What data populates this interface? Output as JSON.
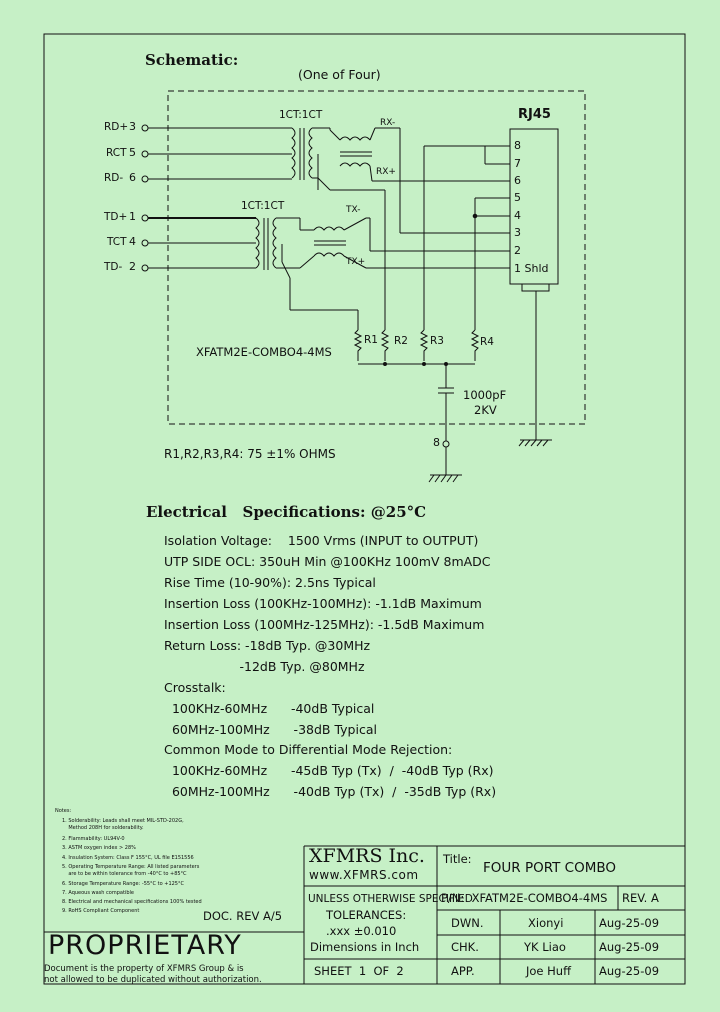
{
  "schematic": {
    "title": "Schematic:",
    "subtitle": "(One of Four)",
    "connector": "RJ45",
    "rj45_pins": [
      "8",
      "7",
      "6",
      "5",
      "4",
      "3",
      "2",
      "1 Shld"
    ],
    "rx_pins": [
      {
        "name": "RD+",
        "num": "3"
      },
      {
        "name": "RCT",
        "num": "5"
      },
      {
        "name": "RD-",
        "num": "6"
      }
    ],
    "tx_pins": [
      {
        "name": "TD+",
        "num": "1"
      },
      {
        "name": "TCT",
        "num": "4"
      },
      {
        "name": "TD-",
        "num": "2"
      }
    ],
    "rx_ratio": "1CT:1CT",
    "tx_ratio": "1CT:1CT",
    "rx_minus": "RX-",
    "rx_plus": "RX+",
    "tx_minus": "TX-",
    "tx_plus": "TX+",
    "resistors": [
      "R1",
      "R2",
      "R3",
      "R4"
    ],
    "part_label": "XFATM2E-COMBO4-4MS",
    "cap_value": "1000pF",
    "cap_voltage": "2KV",
    "ground_pin": "8",
    "resistor_note": "R1,R2,R3,R4: 75 ±1% OHMS"
  },
  "specs": {
    "title": "Electrical   Specifications: @25°C",
    "lines": [
      "Isolation Voltage:    1500 Vrms (INPUT to OUTPUT)",
      "UTP SIDE OCL: 350uH Min @100KHz 100mV 8mADC",
      "Rise Time (10-90%): 2.5ns Typical",
      "Insertion Loss (100KHz-100MHz): -1.1dB Maximum",
      "Insertion Loss (100MHz-125MHz): -1.5dB Maximum",
      "Return Loss: -18dB Typ. @30MHz",
      "                   -12dB Typ. @80MHz",
      "Crosstalk:",
      "  100KHz-60MHz      -40dB Typical",
      "  60MHz-100MHz      -38dB Typical",
      "Common Mode to Differential Mode Rejection:",
      "  100KHz-60MHz      -45dB Typ (Tx)  /  -40dB Typ (Rx)",
      "  60MHz-100MHz      -40dB Typ (Tx)  /  -35dB Typ (Rx)"
    ]
  },
  "notes": {
    "title": "Notes:",
    "items": [
      "1. Solderability: Leads shall meet MIL-STD-202G,",
      "    Method 208H for solderability.",
      "2. Flammability: UL94V-0",
      "3. ASTM oxygen index > 28%",
      "4. Insulation System: Class F 155°C, UL file E151556",
      "5. Operating Temperature Range: All listed parameters",
      "    are to be within tolerance from -40°C to +85°C",
      "6. Storage Temperature Range: -55°C to +125°C",
      "7. Aqueous wash compatible",
      "8. Electrical and mechanical specifications 100% tested",
      "9. RoHS Compliant Component"
    ]
  },
  "title_block": {
    "doc_rev": "DOC. REV A/5",
    "proprietary": "PROPRIETARY",
    "proprietary_note_1": "Document is the property of XFMRS Group & is",
    "proprietary_note_2": "not allowed to be duplicated without authorization.",
    "company": "XFMRS Inc.",
    "website": "www.XFMRS.com",
    "title_label": "Title:",
    "title_value": "FOUR PORT COMBO",
    "unless": "UNLESS OTHERWISE SPECIFIED",
    "tolerances": "TOLERANCES:",
    "tol_value": ".xxx ±0.010",
    "dims": "Dimensions in Inch",
    "sheet": "SHEET  1  OF  2",
    "pn": "P/N:  XFATM2E-COMBO4-4MS",
    "rev": "REV. A",
    "dwn_label": "DWN.",
    "dwn_name": "Xionyi",
    "dwn_date": "Aug-25-09",
    "chk_label": "CHK.",
    "chk_name": "YK Liao",
    "chk_date": "Aug-25-09",
    "app_label": "APP.",
    "app_name": "Joe Huff",
    "app_date": "Aug-25-09"
  }
}
